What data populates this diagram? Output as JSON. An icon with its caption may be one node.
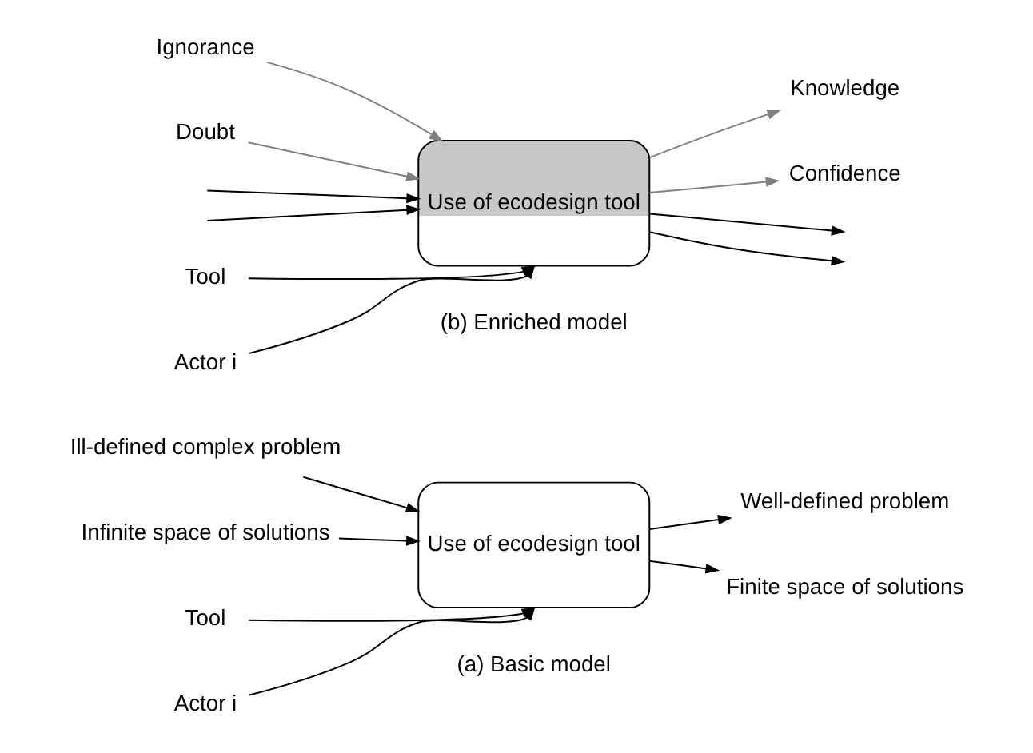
{
  "diagram": {
    "nodes": [
      {
        "text": [
          "Use of ecodesign tool"
        ]
      },
      {
        "text": [
          "Ill-defined complex problem"
        ]
      },
      {
        "text": [
          "Infinite space of solutions"
        ]
      },
      {
        "text": [
          "Well-defined problem"
        ]
      },
      {
        "text": [
          "Finite space of solutions"
        ]
      },
      {
        "text": [
          "Tool"
        ]
      },
      {
        "text": [
          "Actor i"
        ]
      },
      {
        "text": [
          "Use of ecodesign tool"
        ]
      },
      {
        "text": [
          "Ignorance"
        ]
      },
      {
        "text": [
          "Doubt"
        ]
      },
      {
        "text": [
          "Knowledge"
        ]
      },
      {
        "text": [
          "Confidence"
        ]
      },
      {
        "text": [
          "Tool"
        ]
      },
      {
        "text": [
          "Actor i"
        ]
      }
    ],
    "edges": [
      {
        "from": 1,
        "to": 0,
        "arrow": "to"
      },
      {
        "from": 2,
        "to": 0,
        "arrow": "to"
      },
      {
        "from": 0,
        "to": 3,
        "arrow": "to"
      },
      {
        "from": 0,
        "to": 4,
        "arrow": "to"
      },
      {
        "from": 5,
        "to": 0,
        "arrow": "to"
      },
      {
        "from": 6,
        "to": 0,
        "arrow": "to"
      },
      {
        "from": null,
        "to": 7,
        "arrow": "to"
      },
      {
        "from": null,
        "to": 7,
        "arrow": "to"
      },
      {
        "from": 8,
        "to": 7,
        "arrow": "to",
        "color": "#808080"
      },
      {
        "from": 9,
        "to": 7,
        "arrow": "to",
        "color": "#808080"
      },
      {
        "from": 7,
        "to": null,
        "arrow": "to"
      },
      {
        "from": 7,
        "to": null,
        "arrow": "to"
      },
      {
        "from": 7,
        "to": 10,
        "arrow": "to",
        "color": "#808080"
      },
      {
        "from": 7,
        "to": 11,
        "arrow": "to",
        "color": "#808080"
      },
      {
        "from": 12,
        "to": 7,
        "arrow": "to"
      },
      {
        "from": 13,
        "to": 7,
        "arrow": "to"
      }
    ],
    "labels": [
      "(a) Basic model",
      "(b) Enriched model"
    ]
  }
}
